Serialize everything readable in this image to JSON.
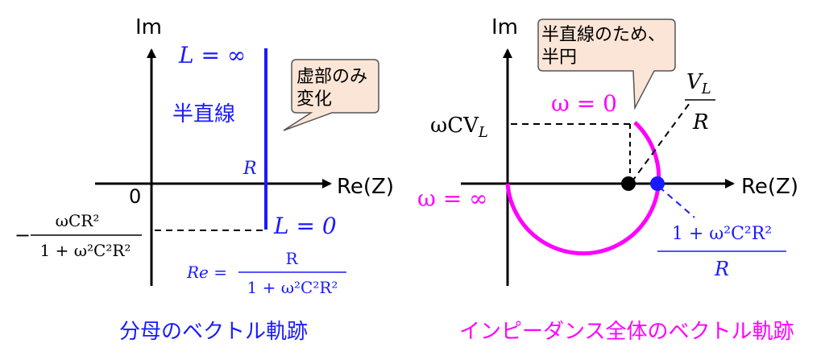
{
  "left": {
    "axis_im": "Im",
    "axis_re": "Re(Z)",
    "origin": "0",
    "line_label": "半直線",
    "top_label": "L = ∞",
    "bottom_label": "L = 0",
    "r_label": "R",
    "callout": [
      "虚部のみ",
      "変化"
    ],
    "y_numer": "ωCR²",
    "y_denom": "1 + ω²C²R²",
    "re_lhs": "Re =",
    "re_numer": "R",
    "re_denom": "1 + ω²C²R²",
    "caption": "分母のベクトル軌跡",
    "color_line": "#1a1aff"
  },
  "right": {
    "axis_im": "Im",
    "axis_re": "Re(Z)",
    "callout": [
      "半直線のため、",
      "半円"
    ],
    "omega_zero": "ω = 0",
    "omega_inf": "ω = ∞",
    "y_label": "ωCV",
    "y_label_sub": "L",
    "center_numer": "V",
    "center_numer_sub": "L",
    "center_denom": "R",
    "point_numer": "1 + ω²C²R²",
    "point_denom": "R",
    "caption": "インピーダンス全体のベクトル軌跡",
    "color_arc": "#ff00ff",
    "color_center": "#000000",
    "color_point": "#1a1aff"
  },
  "callout_fill": "#fbe5d6"
}
